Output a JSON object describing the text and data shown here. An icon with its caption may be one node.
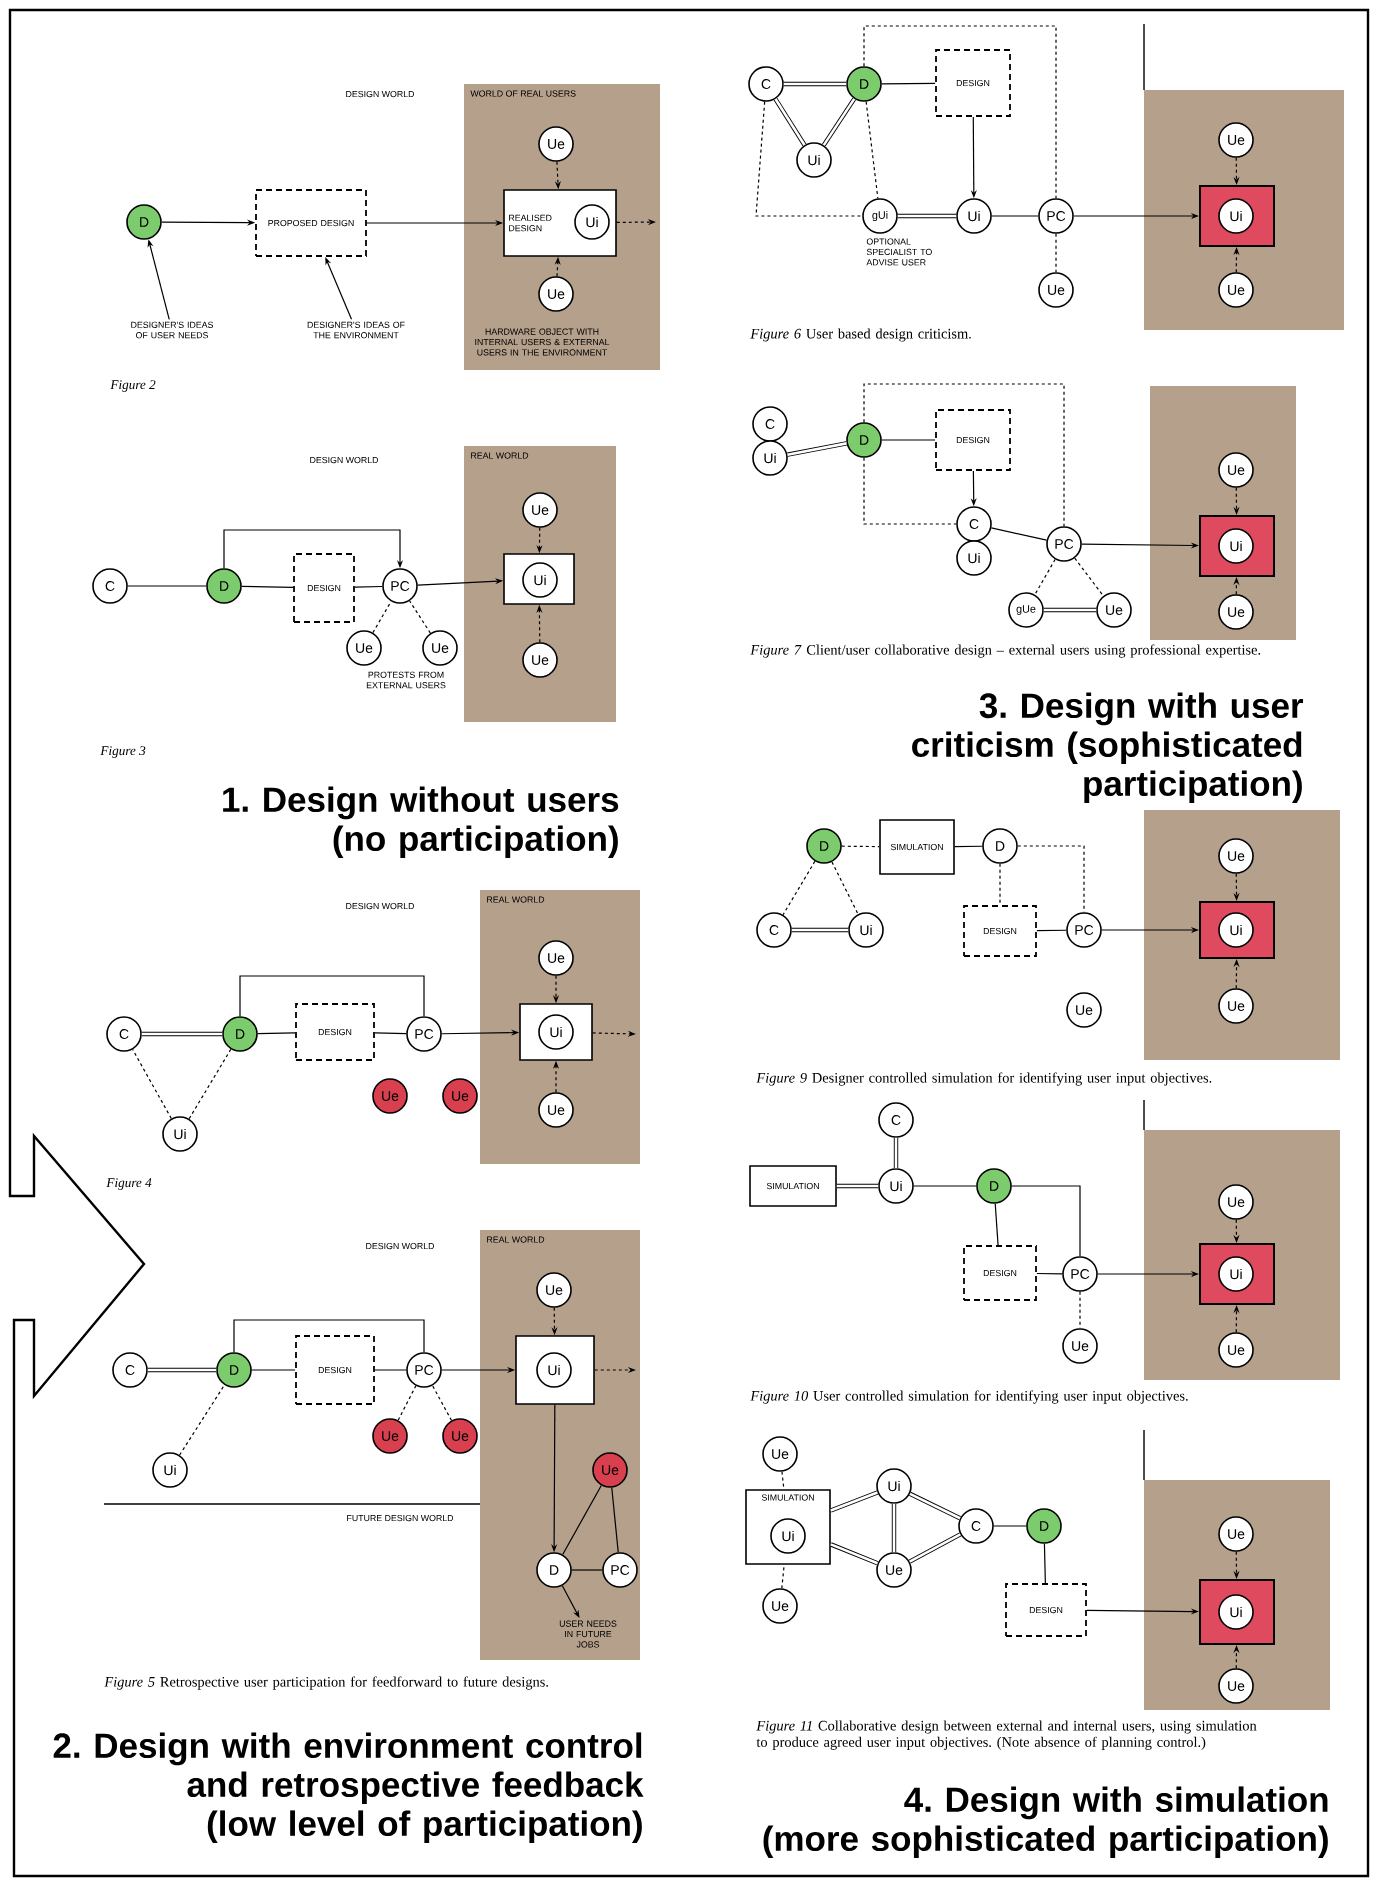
{
  "diagram": {
    "nodes": [
      {
        "text": [
          "WORLD OF REAL USERS"
        ]
      },
      {
        "text": [
          "D"
        ]
      },
      {
        "text": [
          "PROPOSED DESIGN"
        ]
      },
      {
        "text": [
          "REALISED DESIGN"
        ],
        "in": 0
      },
      {
        "text": [
          "Ui"
        ],
        "in": 3
      },
      {
        "text": [
          "Ue"
        ],
        "in": 0
      },
      {
        "text": [
          "Ue"
        ],
        "in": 0
      },
      {
        "text": [
          "DESIGNER'S IDEAS OF USER NEEDS"
        ]
      },
      {
        "text": [
          "DESIGNER'S IDEAS OF THE ENVIRONMENT"
        ]
      },
      {
        "text": [
          "REAL WORLD"
        ]
      },
      {
        "text": [
          "C"
        ]
      },
      {
        "text": [
          "D"
        ]
      },
      {
        "text": [
          "DESIGN"
        ]
      },
      {
        "text": [
          "PC"
        ]
      },
      {
        "text": [],
        "shape": "box",
        "in": 9
      },
      {
        "text": [
          "Ui"
        ],
        "in": 14
      },
      {
        "text": [
          "Ue"
        ],
        "in": 9
      },
      {
        "text": [
          "Ue"
        ],
        "in": 9
      },
      {
        "text": [
          "Ue"
        ]
      },
      {
        "text": [
          "Ue"
        ]
      },
      {
        "text": [
          "REAL WORLD"
        ]
      },
      {
        "text": [
          "C"
        ]
      },
      {
        "text": [
          "D"
        ]
      },
      {
        "text": [
          "DESIGN"
        ]
      },
      {
        "text": [
          "PC"
        ]
      },
      {
        "text": [],
        "shape": "box",
        "in": 20
      },
      {
        "text": [
          "Ui"
        ],
        "in": 25
      },
      {
        "text": [
          "Ue"
        ],
        "in": 20
      },
      {
        "text": [
          "Ue"
        ],
        "in": 20
      },
      {
        "text": [
          "Ue"
        ]
      },
      {
        "text": [
          "Ue"
        ]
      },
      {
        "text": [
          "Ui"
        ]
      },
      {
        "text": [
          "REAL WORLD"
        ]
      },
      {
        "text": [
          "C"
        ]
      },
      {
        "text": [
          "D"
        ]
      },
      {
        "text": [
          "DESIGN"
        ]
      },
      {
        "text": [
          "PC"
        ]
      },
      {
        "text": [],
        "shape": "box",
        "in": 32
      },
      {
        "text": [
          "Ui"
        ],
        "in": 37
      },
      {
        "text": [
          "Ue"
        ],
        "in": 32
      },
      {
        "text": [
          "Ue"
        ]
      },
      {
        "text": [
          "Ue"
        ]
      },
      {
        "text": [
          "Ue"
        ],
        "in": 32
      },
      {
        "text": [
          "Ui"
        ]
      },
      {
        "text": [
          "D"
        ],
        "in": 32
      },
      {
        "text": [
          "PC"
        ],
        "in": 32
      },
      {
        "text": [
          "USER NEEDS IN FUTURE JOBS"
        ],
        "in": 32
      },
      {
        "text": [
          "C"
        ]
      },
      {
        "text": [
          "D"
        ]
      },
      {
        "text": [
          "DESIGN"
        ]
      },
      {
        "text": [
          "Ui"
        ]
      },
      {
        "text": [
          "gUi"
        ],
        "beside": [
          "OPTIONAL SPECIALIST TO ADVISE USER"
        ]
      },
      {
        "text": [
          "Ui"
        ]
      },
      {
        "text": [
          "PC"
        ]
      },
      {
        "text": [
          "Ue"
        ]
      },
      {
        "text": [],
        "shape": "box"
      },
      {
        "text": [],
        "shape": "box",
        "in": 55
      },
      {
        "text": [
          "Ui"
        ],
        "in": 56
      },
      {
        "text": [
          "Ue"
        ],
        "in": 55
      },
      {
        "text": [
          "Ue"
        ],
        "in": 55
      },
      {
        "text": [
          "C"
        ]
      },
      {
        "text": [
          "Ui"
        ]
      },
      {
        "text": [
          "D"
        ]
      },
      {
        "text": [
          "DESIGN"
        ]
      },
      {
        "text": [
          "C"
        ]
      },
      {
        "text": [
          "Ui"
        ]
      },
      {
        "text": [
          "PC"
        ]
      },
      {
        "text": [
          "gUe"
        ]
      },
      {
        "text": [
          "Ue"
        ]
      },
      {
        "text": [],
        "shape": "box"
      },
      {
        "text": [],
        "shape": "box",
        "in": 69
      },
      {
        "text": [
          "Ui"
        ],
        "in": 70
      },
      {
        "text": [
          "Ue"
        ],
        "in": 69
      },
      {
        "text": [
          "Ue"
        ],
        "in": 69
      },
      {
        "text": [
          "D"
        ]
      },
      {
        "text": [
          "SIMULATION"
        ]
      },
      {
        "text": [
          "D"
        ]
      },
      {
        "text": [
          "C"
        ]
      },
      {
        "text": [
          "Ui"
        ]
      },
      {
        "text": [
          "DESIGN"
        ]
      },
      {
        "text": [
          "PC"
        ]
      },
      {
        "text": [
          "Ue"
        ]
      },
      {
        "text": [],
        "shape": "box"
      },
      {
        "text": [],
        "shape": "box",
        "in": 82
      },
      {
        "text": [
          "Ui"
        ],
        "in": 83
      },
      {
        "text": [
          "Ue"
        ],
        "in": 82
      },
      {
        "text": [
          "Ue"
        ],
        "in": 82
      },
      {
        "text": [
          "C"
        ]
      },
      {
        "text": [
          "SIMULATION"
        ]
      },
      {
        "text": [
          "Ui"
        ]
      },
      {
        "text": [
          "D"
        ]
      },
      {
        "text": [
          "DESIGN"
        ]
      },
      {
        "text": [
          "PC"
        ]
      },
      {
        "text": [
          "Ue"
        ]
      },
      {
        "text": [],
        "shape": "box"
      },
      {
        "text": [],
        "shape": "box",
        "in": 94
      },
      {
        "text": [
          "Ui"
        ],
        "in": 95
      },
      {
        "text": [
          "Ue"
        ],
        "in": 94
      },
      {
        "text": [
          "Ue"
        ],
        "in": 94
      },
      {
        "text": [
          "Ue"
        ]
      },
      {
        "text": [
          "SIMULATION"
        ]
      },
      {
        "text": [
          "Ui"
        ],
        "in": 100
      },
      {
        "text": [
          "Ue"
        ]
      },
      {
        "text": [
          "Ui"
        ]
      },
      {
        "text": [
          "Ue"
        ]
      },
      {
        "text": [
          "C"
        ]
      },
      {
        "text": [
          "D"
        ]
      },
      {
        "text": [
          "DESIGN"
        ]
      },
      {
        "text": [],
        "shape": "box"
      },
      {
        "text": [],
        "shape": "box",
        "in": 108
      },
      {
        "text": [
          "Ui"
        ],
        "in": 109
      },
      {
        "text": [
          "Ue"
        ],
        "in": 108
      },
      {
        "text": [
          "Ue"
        ],
        "in": 108
      }
    ],
    "edges": [
      {
        "from": 1,
        "to": 2,
        "arrow": "to"
      },
      {
        "from": 2,
        "to": 3,
        "arrow": "to"
      },
      {
        "from": 3,
        "to": null,
        "arrow": "to",
        "style": "dashed"
      },
      {
        "from": 7,
        "to": 1,
        "arrow": "to"
      },
      {
        "from": 8,
        "to": 2,
        "arrow": "to"
      },
      {
        "from": 5,
        "to": 3,
        "arrow": "to",
        "style": "dashed"
      },
      {
        "from": 6,
        "to": 3,
        "arrow": "to",
        "style": "dashed"
      },
      {
        "from": 10,
        "to": 11,
        "arrow": "none"
      },
      {
        "from": 11,
        "to": 12,
        "arrow": "none"
      },
      {
        "from": 12,
        "to": 13,
        "arrow": "none"
      },
      {
        "from": 13,
        "to": 14,
        "arrow": "to"
      },
      {
        "from": 11,
        "to": 13,
        "arrow": "to"
      },
      {
        "from": 18,
        "to": 13,
        "arrow": "none",
        "style": "dashed"
      },
      {
        "from": 19,
        "to": 13,
        "arrow": "none",
        "style": "dashed"
      },
      {
        "from": 16,
        "to": 14,
        "arrow": "to",
        "style": "dashed"
      },
      {
        "from": 17,
        "to": 14,
        "arrow": "to",
        "style": "dashed"
      },
      {
        "from": 21,
        "to": 22,
        "arrow": "none",
        "style": "thick"
      },
      {
        "from": 22,
        "to": 23,
        "arrow": "none"
      },
      {
        "from": 23,
        "to": 24,
        "arrow": "none"
      },
      {
        "from": 24,
        "to": 25,
        "arrow": "to"
      },
      {
        "from": 25,
        "to": null,
        "arrow": "to",
        "style": "dashed"
      },
      {
        "from": 22,
        "to": 24,
        "arrow": "none"
      },
      {
        "from": 31,
        "to": 22,
        "arrow": "none",
        "style": "dashed"
      },
      {
        "from": 31,
        "to": 21,
        "arrow": "none",
        "style": "dashed"
      },
      {
        "from": 27,
        "to": 25,
        "arrow": "to",
        "style": "dashed"
      },
      {
        "from": 28,
        "to": 25,
        "arrow": "to",
        "style": "dashed"
      },
      {
        "from": 33,
        "to": 34,
        "arrow": "none",
        "style": "thick"
      },
      {
        "from": 34,
        "to": 35,
        "arrow": "none"
      },
      {
        "from": 35,
        "to": 36,
        "arrow": "none"
      },
      {
        "from": 36,
        "to": 37,
        "arrow": "to"
      },
      {
        "from": 37,
        "to": null,
        "arrow": "to",
        "style": "dashed"
      },
      {
        "from": 34,
        "to": 36,
        "arrow": "none"
      },
      {
        "from": 43,
        "to": 34,
        "arrow": "none",
        "style": "dashed"
      },
      {
        "from": 40,
        "to": 36,
        "arrow": "none",
        "style": "dashed"
      },
      {
        "from": 41,
        "to": 36,
        "arrow": "none",
        "style": "dashed"
      },
      {
        "from": 37,
        "to": 44,
        "arrow": "to"
      },
      {
        "from": 42,
        "to": 44,
        "arrow": "none"
      },
      {
        "from": 42,
        "to": 45,
        "arrow": "none"
      },
      {
        "from": 44,
        "to": 45,
        "arrow": "none"
      },
      {
        "from": 44,
        "to": 46,
        "arrow": "to"
      },
      {
        "from": 39,
        "to": 37,
        "arrow": "to",
        "style": "dashed"
      },
      {
        "from": 47,
        "to": 48,
        "arrow": "none",
        "style": "thick"
      },
      {
        "from": 47,
        "to": 50,
        "arrow": "none",
        "style": "thick"
      },
      {
        "from": 48,
        "to": 50,
        "arrow": "none",
        "style": "thick"
      },
      {
        "from": 48,
        "to": 49,
        "arrow": "none"
      },
      {
        "from": 49,
        "to": 52,
        "arrow": "to"
      },
      {
        "from": 51,
        "to": 52,
        "arrow": "none",
        "style": "thick"
      },
      {
        "from": 52,
        "to": 53,
        "arrow": "none"
      },
      {
        "from": 53,
        "to": 56,
        "arrow": "to"
      },
      {
        "from": 53,
        "to": 54,
        "arrow": "none",
        "style": "dashed"
      },
      {
        "from": 58,
        "to": 56,
        "arrow": "to",
        "style": "dashed"
      },
      {
        "from": 59,
        "to": 56,
        "arrow": "to",
        "style": "dashed"
      },
      {
        "from": 47,
        "to": 51,
        "arrow": "none",
        "style": "dashed"
      },
      {
        "from": 48,
        "to": 51,
        "arrow": "none",
        "style": "dashed"
      },
      {
        "from": 48,
        "to": 53,
        "arrow": "none",
        "style": "dashed"
      },
      {
        "from": 61,
        "to": 62,
        "arrow": "none",
        "style": "thick"
      },
      {
        "from": 62,
        "to": 63,
        "arrow": "none"
      },
      {
        "from": 63,
        "to": 64,
        "arrow": "to"
      },
      {
        "from": 62,
        "to": 64,
        "arrow": "none",
        "style": "dashed"
      },
      {
        "from": 62,
        "to": 66,
        "arrow": "none",
        "style": "dashed"
      },
      {
        "from": 64,
        "to": 66,
        "arrow": "none"
      },
      {
        "from": 66,
        "to": 70,
        "arrow": "to"
      },
      {
        "from": 66,
        "to": 67,
        "arrow": "none",
        "style": "dashed"
      },
      {
        "from": 66,
        "to": 68,
        "arrow": "none",
        "style": "dashed"
      },
      {
        "from": 67,
        "to": 68,
        "arrow": "none",
        "style": "thick"
      },
      {
        "from": 72,
        "to": 70,
        "arrow": "to",
        "style": "dashed"
      },
      {
        "from": 73,
        "to": 70,
        "arrow": "to",
        "style": "dashed"
      },
      {
        "from": 74,
        "to": 75,
        "arrow": "none",
        "style": "dashed"
      },
      {
        "from": 75,
        "to": 76,
        "arrow": "none"
      },
      {
        "from": 76,
        "to": 79,
        "arrow": "none",
        "style": "dashed"
      },
      {
        "from": 76,
        "to": 80,
        "arrow": "none",
        "style": "dashed"
      },
      {
        "from": 74,
        "to": 77,
        "arrow": "none",
        "style": "dashed"
      },
      {
        "from": 74,
        "to": 78,
        "arrow": "none",
        "style": "dashed"
      },
      {
        "from": 77,
        "to": 78,
        "arrow": "none",
        "style": "thick"
      },
      {
        "from": 79,
        "to": 80,
        "arrow": "none"
      },
      {
        "from": 80,
        "to": 83,
        "arrow": "to"
      },
      {
        "from": 85,
        "to": 83,
        "arrow": "to",
        "style": "dashed"
      },
      {
        "from": 86,
        "to": 83,
        "arrow": "to",
        "style": "dashed"
      },
      {
        "from": 87,
        "to": 89,
        "arrow": "none",
        "style": "thick"
      },
      {
        "from": 88,
        "to": 89,
        "arrow": "none",
        "style": "thick"
      },
      {
        "from": 89,
        "to": 90,
        "arrow": "none"
      },
      {
        "from": 90,
        "to": 91,
        "arrow": "none"
      },
      {
        "from": 90,
        "to": 92,
        "arrow": "none"
      },
      {
        "from": 91,
        "to": 92,
        "arrow": "none"
      },
      {
        "from": 92,
        "to": 95,
        "arrow": "to"
      },
      {
        "from": 92,
        "to": 93,
        "arrow": "none",
        "style": "dashed"
      },
      {
        "from": 97,
        "to": 95,
        "arrow": "to",
        "style": "dashed"
      },
      {
        "from": 98,
        "to": 95,
        "arrow": "to",
        "style": "dashed"
      },
      {
        "from": 99,
        "to": 100,
        "arrow": "none",
        "style": "dashed"
      },
      {
        "from": 102,
        "to": 100,
        "arrow": "none",
        "style": "dashed"
      },
      {
        "from": 100,
        "to": 103,
        "arrow": "none",
        "style": "thick"
      },
      {
        "from": 100,
        "to": 104,
        "arrow": "none",
        "style": "thick"
      },
      {
        "from": 103,
        "to": 104,
        "arrow": "none",
        "style": "thick"
      },
      {
        "from": 103,
        "to": 105,
        "arrow": "none",
        "style": "thick"
      },
      {
        "from": 104,
        "to": 105,
        "arrow": "none",
        "style": "thick"
      },
      {
        "from": 105,
        "to": 106,
        "arrow": "none"
      },
      {
        "from": 106,
        "to": 107,
        "arrow": "none"
      },
      {
        "from": 107,
        "to": 109,
        "arrow": "to"
      },
      {
        "from": 111,
        "to": 109,
        "arrow": "to",
        "style": "dashed"
      },
      {
        "from": 112,
        "to": 109,
        "arrow": "to",
        "style": "dashed"
      }
    ],
    "labels": [
      "DESIGN WORLD",
      "HARDWARE OBJECT WITH INTERNAL USERS & EXTERNAL USERS IN THE ENVIRONMENT",
      "Figure 2",
      "DESIGN WORLD",
      "PROTESTS FROM EXTERNAL USERS",
      "Figure 3",
      "1. Design without users (no participation)",
      "DESIGN WORLD",
      "Figure 4",
      "DESIGN WORLD",
      "FUTURE DESIGN WORLD",
      "*Figure 5* Retrospective user participation for feedforward to future designs.",
      "2. Design with environment control and retrospective feedback (low level of participation)",
      "*Figure 6* User based design criticism.",
      "*Figure 7* Client/user collaborative design – external users using professional expertise.",
      "3. Design with user criticism (sophisticated participation)",
      "*Figure 9* Designer controlled simulation for identifying user input objectives.",
      "*Figure 10* User controlled simulation for identifying user input objectives.",
      "*Figure 11* Collaborative design between external and internal users, using simulation to produce agreed user input objectives. (Note absence of planning control.)",
      "4. Design with simulation (more sophisticated participation)"
    ]
  }
}
